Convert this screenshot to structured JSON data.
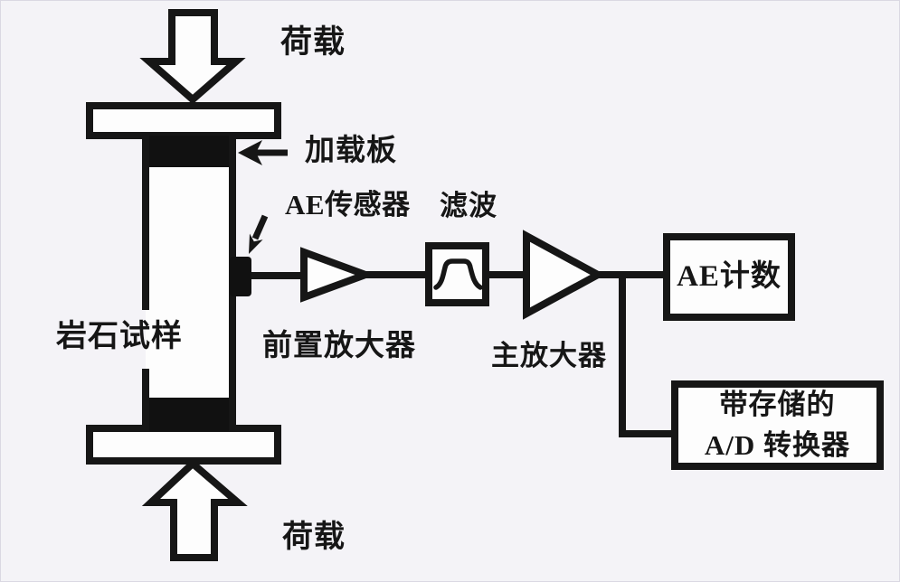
{
  "diagram_title": "rock-specimen-acoustic-emission-monitoring-system",
  "colors": {
    "background": "#f4f3f7",
    "ink": "#161616",
    "shape_fill": "#fdfdfd"
  },
  "labels": {
    "load_top": "荷载",
    "load_bottom": "荷载",
    "loading_plate": "加载板",
    "ae_sensor": "AE传感器",
    "filter": "滤波",
    "preamplifier": "前置放大器",
    "main_amplifier": "主放大器",
    "rock_specimen": "岩石试样"
  },
  "boxes": {
    "ae_counter": "AE计数",
    "ad_converter_line1": "带存储的",
    "ad_converter_line2": "A/D 转换器"
  }
}
